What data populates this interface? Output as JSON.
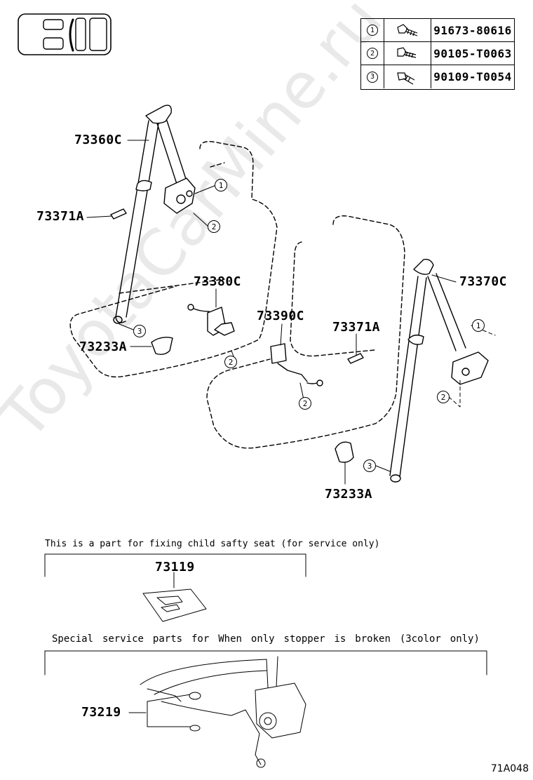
{
  "watermark": "ToyotaCarMine.ru",
  "parts_table": [
    {
      "ref": "1",
      "part_no": "91673-80616",
      "icon": "bolt-icon"
    },
    {
      "ref": "2",
      "part_no": "90105-T0063",
      "icon": "bolt-icon"
    },
    {
      "ref": "3",
      "part_no": "90109-T0054",
      "icon": "bolt-icon"
    }
  ],
  "labels": {
    "p73360C": "73360C",
    "p73371A_left": "73371A",
    "p73380C": "73380C",
    "p73390C": "73390C",
    "p73371A_right": "73371A",
    "p73370C": "73370C",
    "p73233A_left": "73233A",
    "p73233A_right": "73233A",
    "p73119": "73119",
    "p73219": "73219"
  },
  "callouts": {
    "c1": "1",
    "c2": "2",
    "c3": "3",
    "c4": "2",
    "c5": "2",
    "c6": "1",
    "c7": "2",
    "c8": "3"
  },
  "note_child_seat": "This is a part for fixing child safty seat (for service only)",
  "note_special": [
    "Special",
    "service",
    "parts",
    "for",
    "When",
    "only",
    "stopper",
    "is",
    "broken",
    "(3color",
    "only)"
  ],
  "figure_id": "71A048"
}
